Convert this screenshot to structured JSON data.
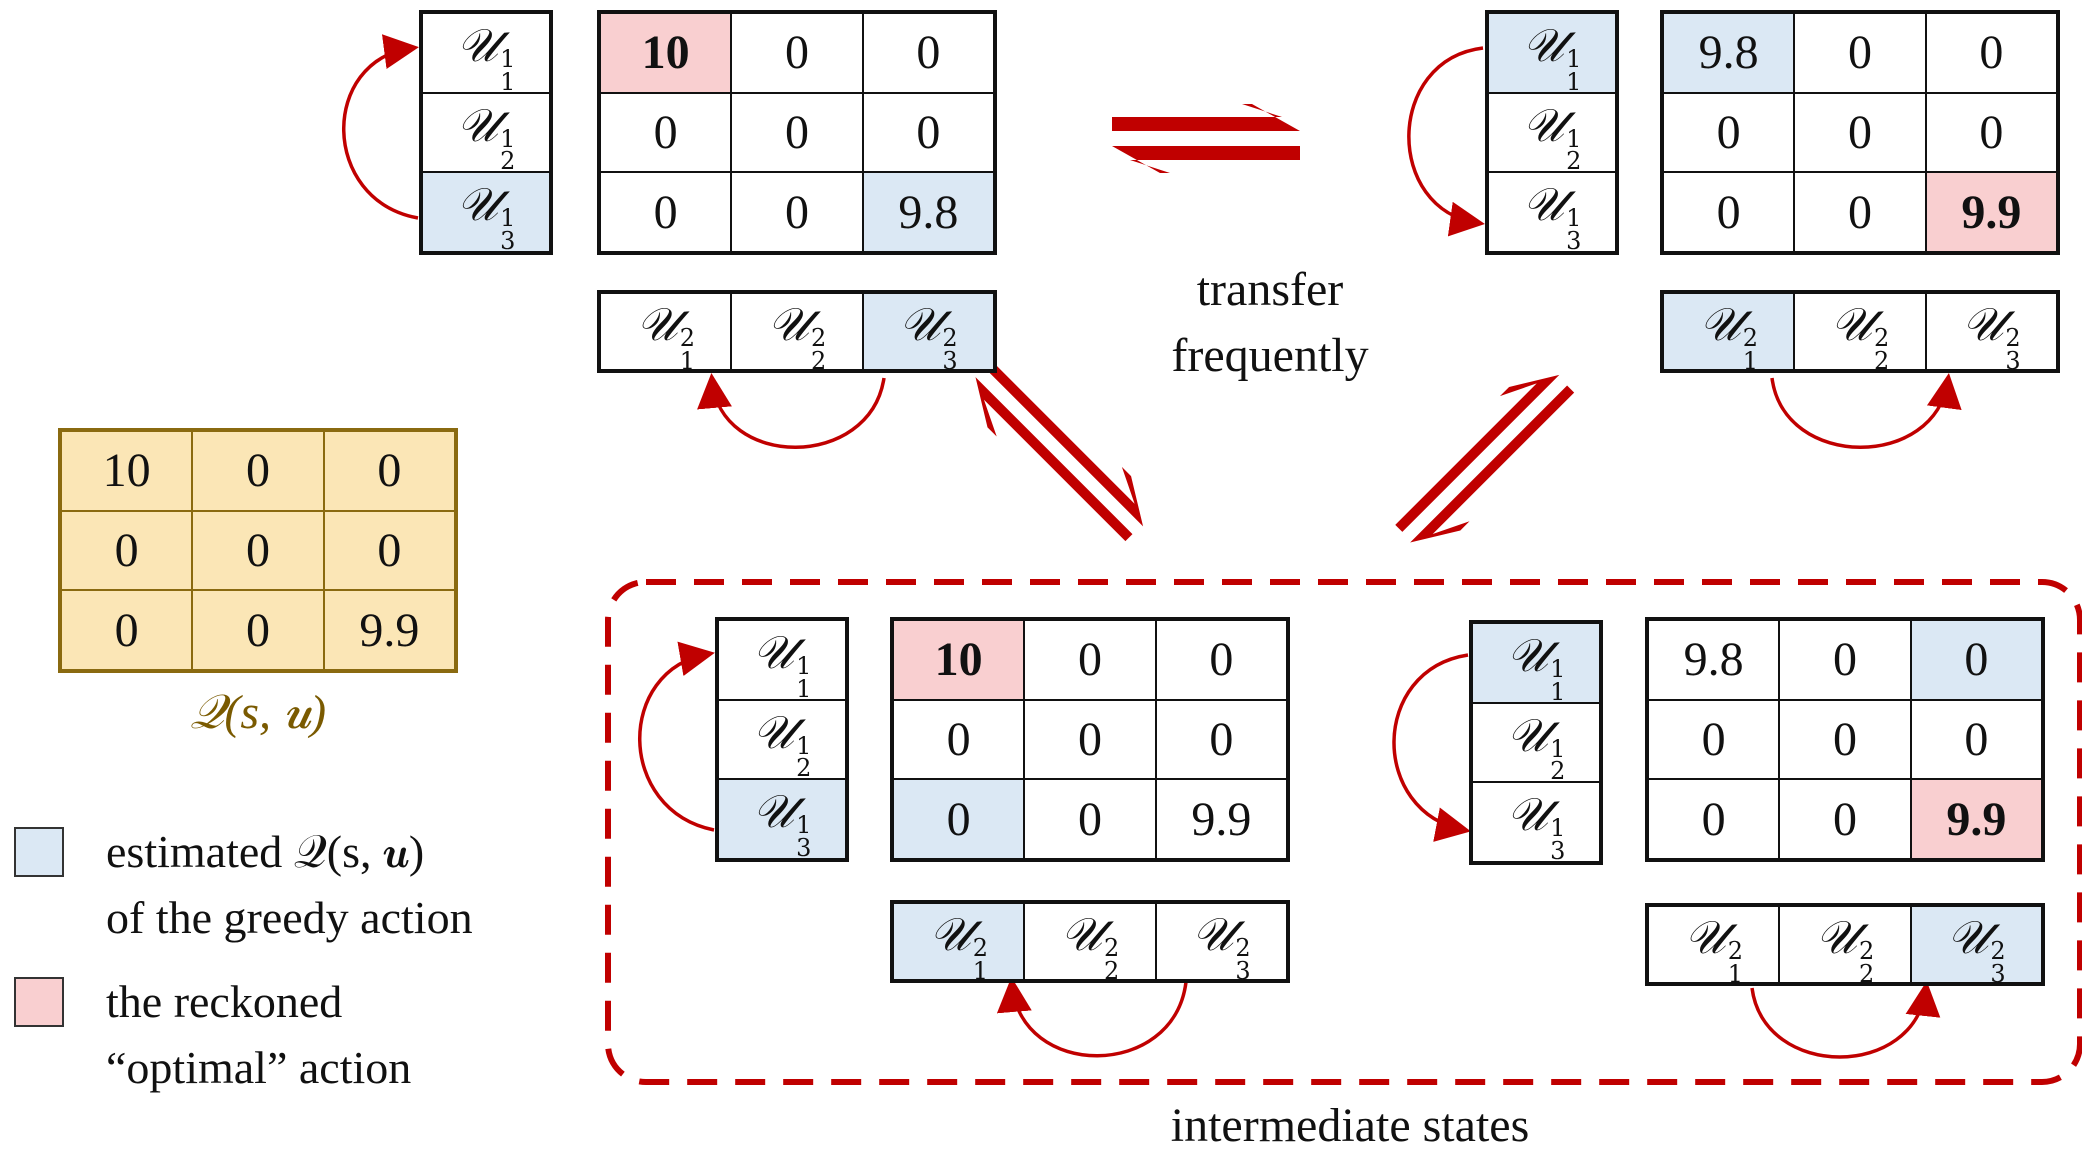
{
  "colors": {
    "accent_red": "#c00000",
    "greedy_blue": "#dbe8f4",
    "optimal_pink": "#f9cfd0",
    "q_gold": "#fbe6b6",
    "q_text": "#7a5a00"
  },
  "panels": [
    {
      "id": "top-left",
      "agent1": [
        {
          "sub": "1",
          "sup": "1",
          "h": ""
        },
        {
          "sub": "2",
          "sup": "1",
          "h": ""
        },
        {
          "sub": "3",
          "sup": "1",
          "h": "blue"
        }
      ],
      "matrix": [
        [
          {
            "v": "10",
            "h": "pink",
            "b": true
          },
          {
            "v": "0"
          },
          {
            "v": "0"
          }
        ],
        [
          {
            "v": "0"
          },
          {
            "v": "0"
          },
          {
            "v": "0"
          }
        ],
        [
          {
            "v": "0"
          },
          {
            "v": "0"
          },
          {
            "v": "9.8",
            "h": "blue"
          }
        ]
      ],
      "agent2": [
        {
          "sub": "1",
          "sup": "2",
          "h": ""
        },
        {
          "sub": "2",
          "sup": "2",
          "h": ""
        },
        {
          "sub": "3",
          "sup": "2",
          "h": "blue"
        }
      ]
    },
    {
      "id": "top-right",
      "agent1": [
        {
          "sub": "1",
          "sup": "1",
          "h": "blue"
        },
        {
          "sub": "2",
          "sup": "1",
          "h": ""
        },
        {
          "sub": "3",
          "sup": "1",
          "h": ""
        }
      ],
      "matrix": [
        [
          {
            "v": "9.8",
            "h": "blue"
          },
          {
            "v": "0"
          },
          {
            "v": "0"
          }
        ],
        [
          {
            "v": "0"
          },
          {
            "v": "0"
          },
          {
            "v": "0"
          }
        ],
        [
          {
            "v": "0"
          },
          {
            "v": "0"
          },
          {
            "v": "9.9",
            "h": "pink",
            "b": true
          }
        ]
      ],
      "agent2": [
        {
          "sub": "1",
          "sup": "2",
          "h": "blue"
        },
        {
          "sub": "2",
          "sup": "2",
          "h": ""
        },
        {
          "sub": "3",
          "sup": "2",
          "h": ""
        }
      ]
    },
    {
      "id": "bottom-left",
      "agent1": [
        {
          "sub": "1",
          "sup": "1",
          "h": ""
        },
        {
          "sub": "2",
          "sup": "1",
          "h": ""
        },
        {
          "sub": "3",
          "sup": "1",
          "h": "blue"
        }
      ],
      "matrix": [
        [
          {
            "v": "10",
            "h": "pink",
            "b": true
          },
          {
            "v": "0"
          },
          {
            "v": "0"
          }
        ],
        [
          {
            "v": "0"
          },
          {
            "v": "0"
          },
          {
            "v": "0"
          }
        ],
        [
          {
            "v": "0",
            "h": "blue"
          },
          {
            "v": "0"
          },
          {
            "v": "9.9"
          }
        ]
      ],
      "agent2": [
        {
          "sub": "1",
          "sup": "2",
          "h": "blue"
        },
        {
          "sub": "2",
          "sup": "2",
          "h": ""
        },
        {
          "sub": "3",
          "sup": "2",
          "h": ""
        }
      ]
    },
    {
      "id": "bottom-right",
      "agent1": [
        {
          "sub": "1",
          "sup": "1",
          "h": "blue"
        },
        {
          "sub": "2",
          "sup": "1",
          "h": ""
        },
        {
          "sub": "3",
          "sup": "1",
          "h": ""
        }
      ],
      "matrix": [
        [
          {
            "v": "9.8"
          },
          {
            "v": "0"
          },
          {
            "v": "0",
            "h": "blue"
          }
        ],
        [
          {
            "v": "0"
          },
          {
            "v": "0"
          },
          {
            "v": "0"
          }
        ],
        [
          {
            "v": "0"
          },
          {
            "v": "0"
          },
          {
            "v": "9.9",
            "h": "pink",
            "b": true
          }
        ]
      ],
      "agent2": [
        {
          "sub": "1",
          "sup": "2",
          "h": ""
        },
        {
          "sub": "2",
          "sup": "2",
          "h": ""
        },
        {
          "sub": "3",
          "sup": "2",
          "h": "blue"
        }
      ]
    }
  ],
  "true_q": {
    "matrix": [
      [
        "10",
        "0",
        "0"
      ],
      [
        "0",
        "0",
        "0"
      ],
      [
        "0",
        "0",
        "9.9"
      ]
    ],
    "caption": "𝒬(s, 𝒖)"
  },
  "labels": {
    "transfer_line1": "transfer",
    "transfer_line2": "frequently",
    "intermediate": "intermediate states",
    "u_symbol": "𝒰"
  },
  "legend": [
    {
      "color": "blue",
      "line1": "estimated 𝒬(s, 𝒖)",
      "line2": "of the greedy action"
    },
    {
      "color": "pink",
      "line1": "the reckoned",
      "line2": "“optimal” action"
    }
  ]
}
